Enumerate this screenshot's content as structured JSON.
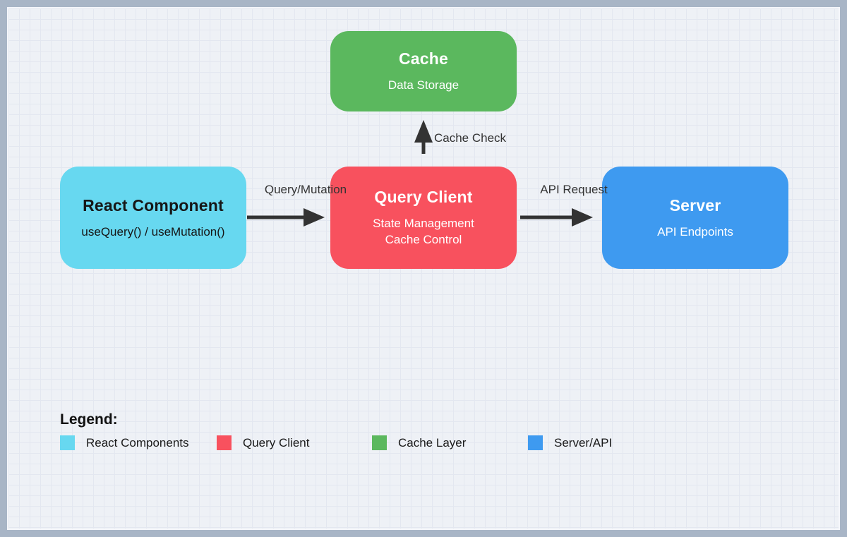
{
  "canvas": {
    "frame_color": "#a8b5c6",
    "background": "#eef1f6",
    "grid_color": "#e3e7f0",
    "arrow_color": "#333333"
  },
  "diagram": {
    "nodes": {
      "cache": {
        "title": "Cache",
        "subtitle": "Data Storage",
        "color": "#5bb85e"
      },
      "react_component": {
        "title": "React Component",
        "subtitle": "useQuery() / useMutation()",
        "color": "#67d8f0"
      },
      "query_client": {
        "title": "Query Client",
        "subtitle_line1": "State Management",
        "subtitle_line2": "Cache Control",
        "color": "#f8515e"
      },
      "server": {
        "title": "Server",
        "subtitle": "API Endpoints",
        "color": "#3e9af0"
      }
    },
    "edges": [
      {
        "label": "Query/Mutation",
        "from": "react_component",
        "to": "query_client"
      },
      {
        "label": "Cache Check",
        "from": "query_client",
        "to": "cache"
      },
      {
        "label": "API Request",
        "from": "query_client",
        "to": "server"
      }
    ]
  },
  "legend": {
    "title": "Legend:",
    "items": [
      {
        "label": "React Components",
        "color": "#67d8f0"
      },
      {
        "label": "Query Client",
        "color": "#f8515e"
      },
      {
        "label": "Cache Layer",
        "color": "#5bb85e"
      },
      {
        "label": "Server/API",
        "color": "#3e9af0"
      }
    ]
  }
}
